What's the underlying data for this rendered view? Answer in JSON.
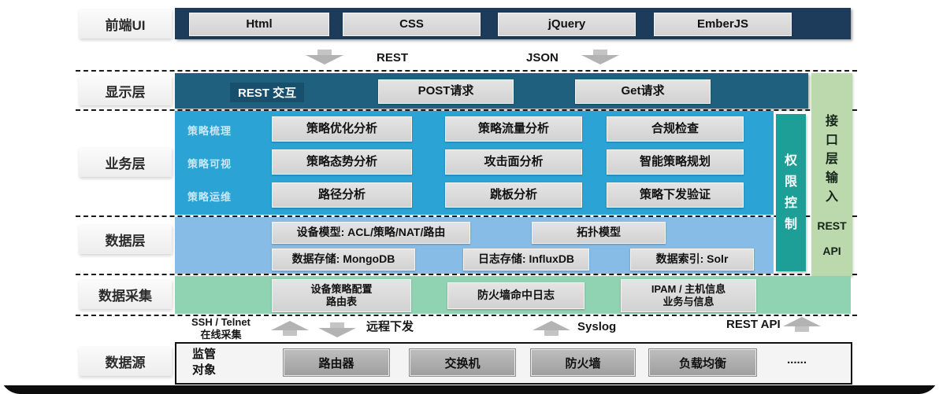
{
  "colors": {
    "frontend_bar": "#1d3c5c",
    "display_bar": "#20607f",
    "business_block": "#2ba3d4",
    "data_block": "#86bce6",
    "collection_bar": "#90d3b3",
    "permission_bar": "#1d9e97",
    "api_bar": "#bcd9ad",
    "chip": "#d9d9d9",
    "frame": "#0d0d0d"
  },
  "frontend": {
    "label": "前端UI",
    "items": [
      "Html",
      "CSS",
      "jQuery",
      "EmberJS"
    ]
  },
  "connector_top": {
    "rest": "REST",
    "json": "JSON"
  },
  "display": {
    "label": "显示层",
    "bar_text": "REST 交互",
    "post": "POST请求",
    "get": "Get请求"
  },
  "api_bar": {
    "title": "接口层输入",
    "line2": "REST",
    "line3": "API"
  },
  "business": {
    "label": "业务层",
    "row_labels": [
      "策略梳理",
      "策略可视",
      "策略运维"
    ],
    "rows": [
      [
        "策略优化分析",
        "策略流量分析",
        "合规检查"
      ],
      [
        "策略态势分析",
        "攻击面分析",
        "智能策略规划"
      ],
      [
        "路径分析",
        "跳板分析",
        "策略下发验证"
      ]
    ]
  },
  "permission": {
    "text": "权限控制"
  },
  "data_layer": {
    "label": "数据层",
    "row1": [
      "设备模型: ACL/策略/NAT/路由",
      "拓扑模型"
    ],
    "row2": [
      "数据存储: MongoDB",
      "日志存储: InfluxDB",
      "数据索引: Solr"
    ]
  },
  "collection": {
    "label": "数据采集",
    "items": [
      "设备策略配置\n路由表",
      "防火墙命中日志",
      "IPAM / 主机信息\n业务与信息"
    ]
  },
  "connector_bottom": {
    "ssh": "SSH / Telnet\n在线采集",
    "remote": "远程下发",
    "syslog": "Syslog",
    "restapi": "REST API"
  },
  "source": {
    "label": "数据源",
    "owner": "监管\n对象",
    "items": [
      "路由器",
      "交换机",
      "防火墙",
      "负载均衡"
    ],
    "more": "......"
  }
}
